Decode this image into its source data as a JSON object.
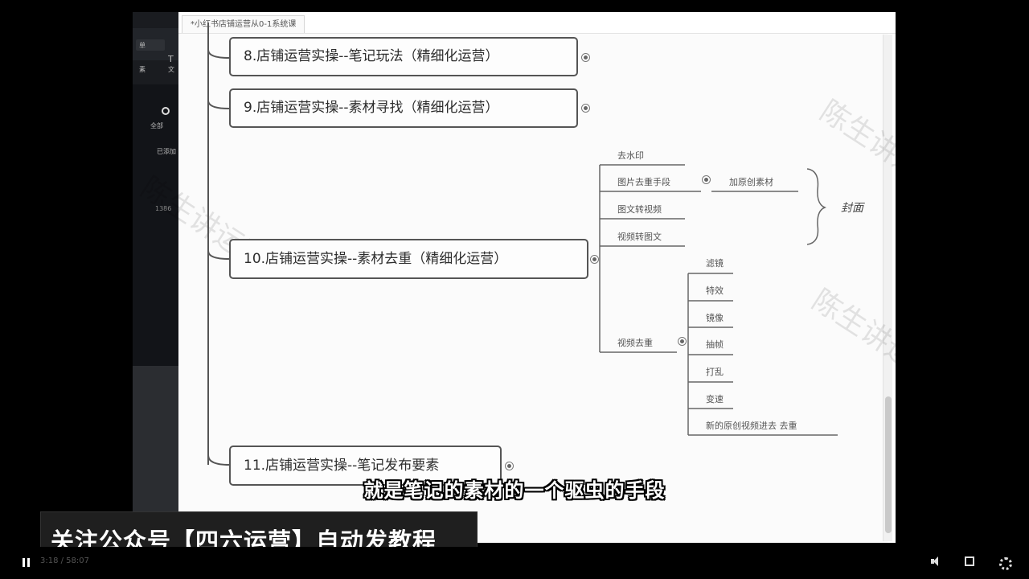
{
  "app": {
    "title": "*小红书店铺运营从0-1系统课"
  },
  "background_editor": {
    "labels": [
      "单",
      "T",
      "文",
      "素",
      "全部",
      "已添加",
      "1386"
    ]
  },
  "mindmap": {
    "nodes": [
      {
        "id": "n8",
        "label": "8.店铺运营实操--笔记玩法（精细化运营）"
      },
      {
        "id": "n9",
        "label": "9.店铺运营实操--素材寻找（精细化运营）"
      },
      {
        "id": "n10",
        "label": "10.店铺运营实操--素材去重（精细化运营）"
      },
      {
        "id": "n11",
        "label": "11.店铺运营实操--笔记发布要素"
      }
    ],
    "n10_children": [
      {
        "label": "去水印"
      },
      {
        "label": "图片去重手段"
      },
      {
        "label": "图文转视频"
      },
      {
        "label": "视频转图文"
      },
      {
        "label": "视频去重"
      }
    ],
    "image_dedup_child": "加原创素材",
    "bracket_label": "封面",
    "video_dedup_children": [
      {
        "label": "滤镜"
      },
      {
        "label": "特效"
      },
      {
        "label": "镜像"
      },
      {
        "label": "抽帧"
      },
      {
        "label": "打乱"
      },
      {
        "label": "变速"
      },
      {
        "label": "新的原创视频进去 去重"
      }
    ],
    "watermarks": [
      "陈生讲运营",
      "陈生讲运营",
      "陈生讲运营"
    ]
  },
  "subtitle": "就是笔记的素材的一个驱虫的手段",
  "banner": "关注公众号【四六运营】自动发教程",
  "player": {
    "time": "3:18 / 58:07",
    "controls": [
      "pause-icon",
      "volume-icon",
      "fullscreen-icon",
      "gear-icon"
    ]
  }
}
